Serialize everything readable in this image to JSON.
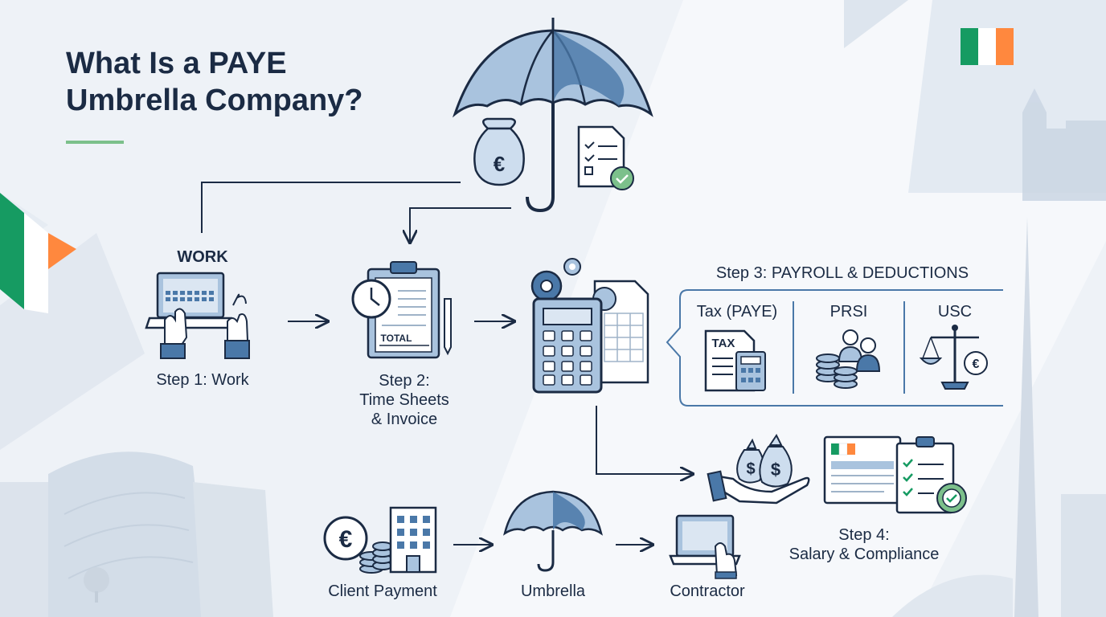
{
  "title": {
    "line1": "What Is a PAYE",
    "line2": "Umbrella Company?"
  },
  "work_label": "WORK",
  "step1": {
    "label": "Step 1: Work"
  },
  "step2": {
    "line1": "Step 2:",
    "line2": "Time Sheets",
    "line3": "& Invoice",
    "doc_text": "TOTAL"
  },
  "step3": {
    "title": "Step 3: PAYROLL & DEDUCTIONS",
    "columns": [
      {
        "label": "Tax (PAYE)",
        "icon": "tax-calculator-icon",
        "icon_text": "TAX"
      },
      {
        "label": "PRSI",
        "icon": "people-coins-icon"
      },
      {
        "label": "USC",
        "icon": "scales-euro-icon"
      }
    ]
  },
  "step4": {
    "line1": "Step 4:",
    "line2": "Salary & Compliance"
  },
  "bottom_flow": [
    {
      "label": "Client Payment",
      "icon": "client-payment-icon"
    },
    {
      "label": "Umbrella",
      "icon": "umbrella-icon"
    },
    {
      "label": "Contractor",
      "icon": "contractor-laptop-icon"
    }
  ],
  "symbols": {
    "euro": "€",
    "dollar": "$"
  },
  "colors": {
    "navy": "#1b2b44",
    "blue": "#4a78a8",
    "light_blue": "#a9c3de",
    "green": "#169b62",
    "orange": "#ff883e",
    "accent_green": "#7cc08b"
  }
}
